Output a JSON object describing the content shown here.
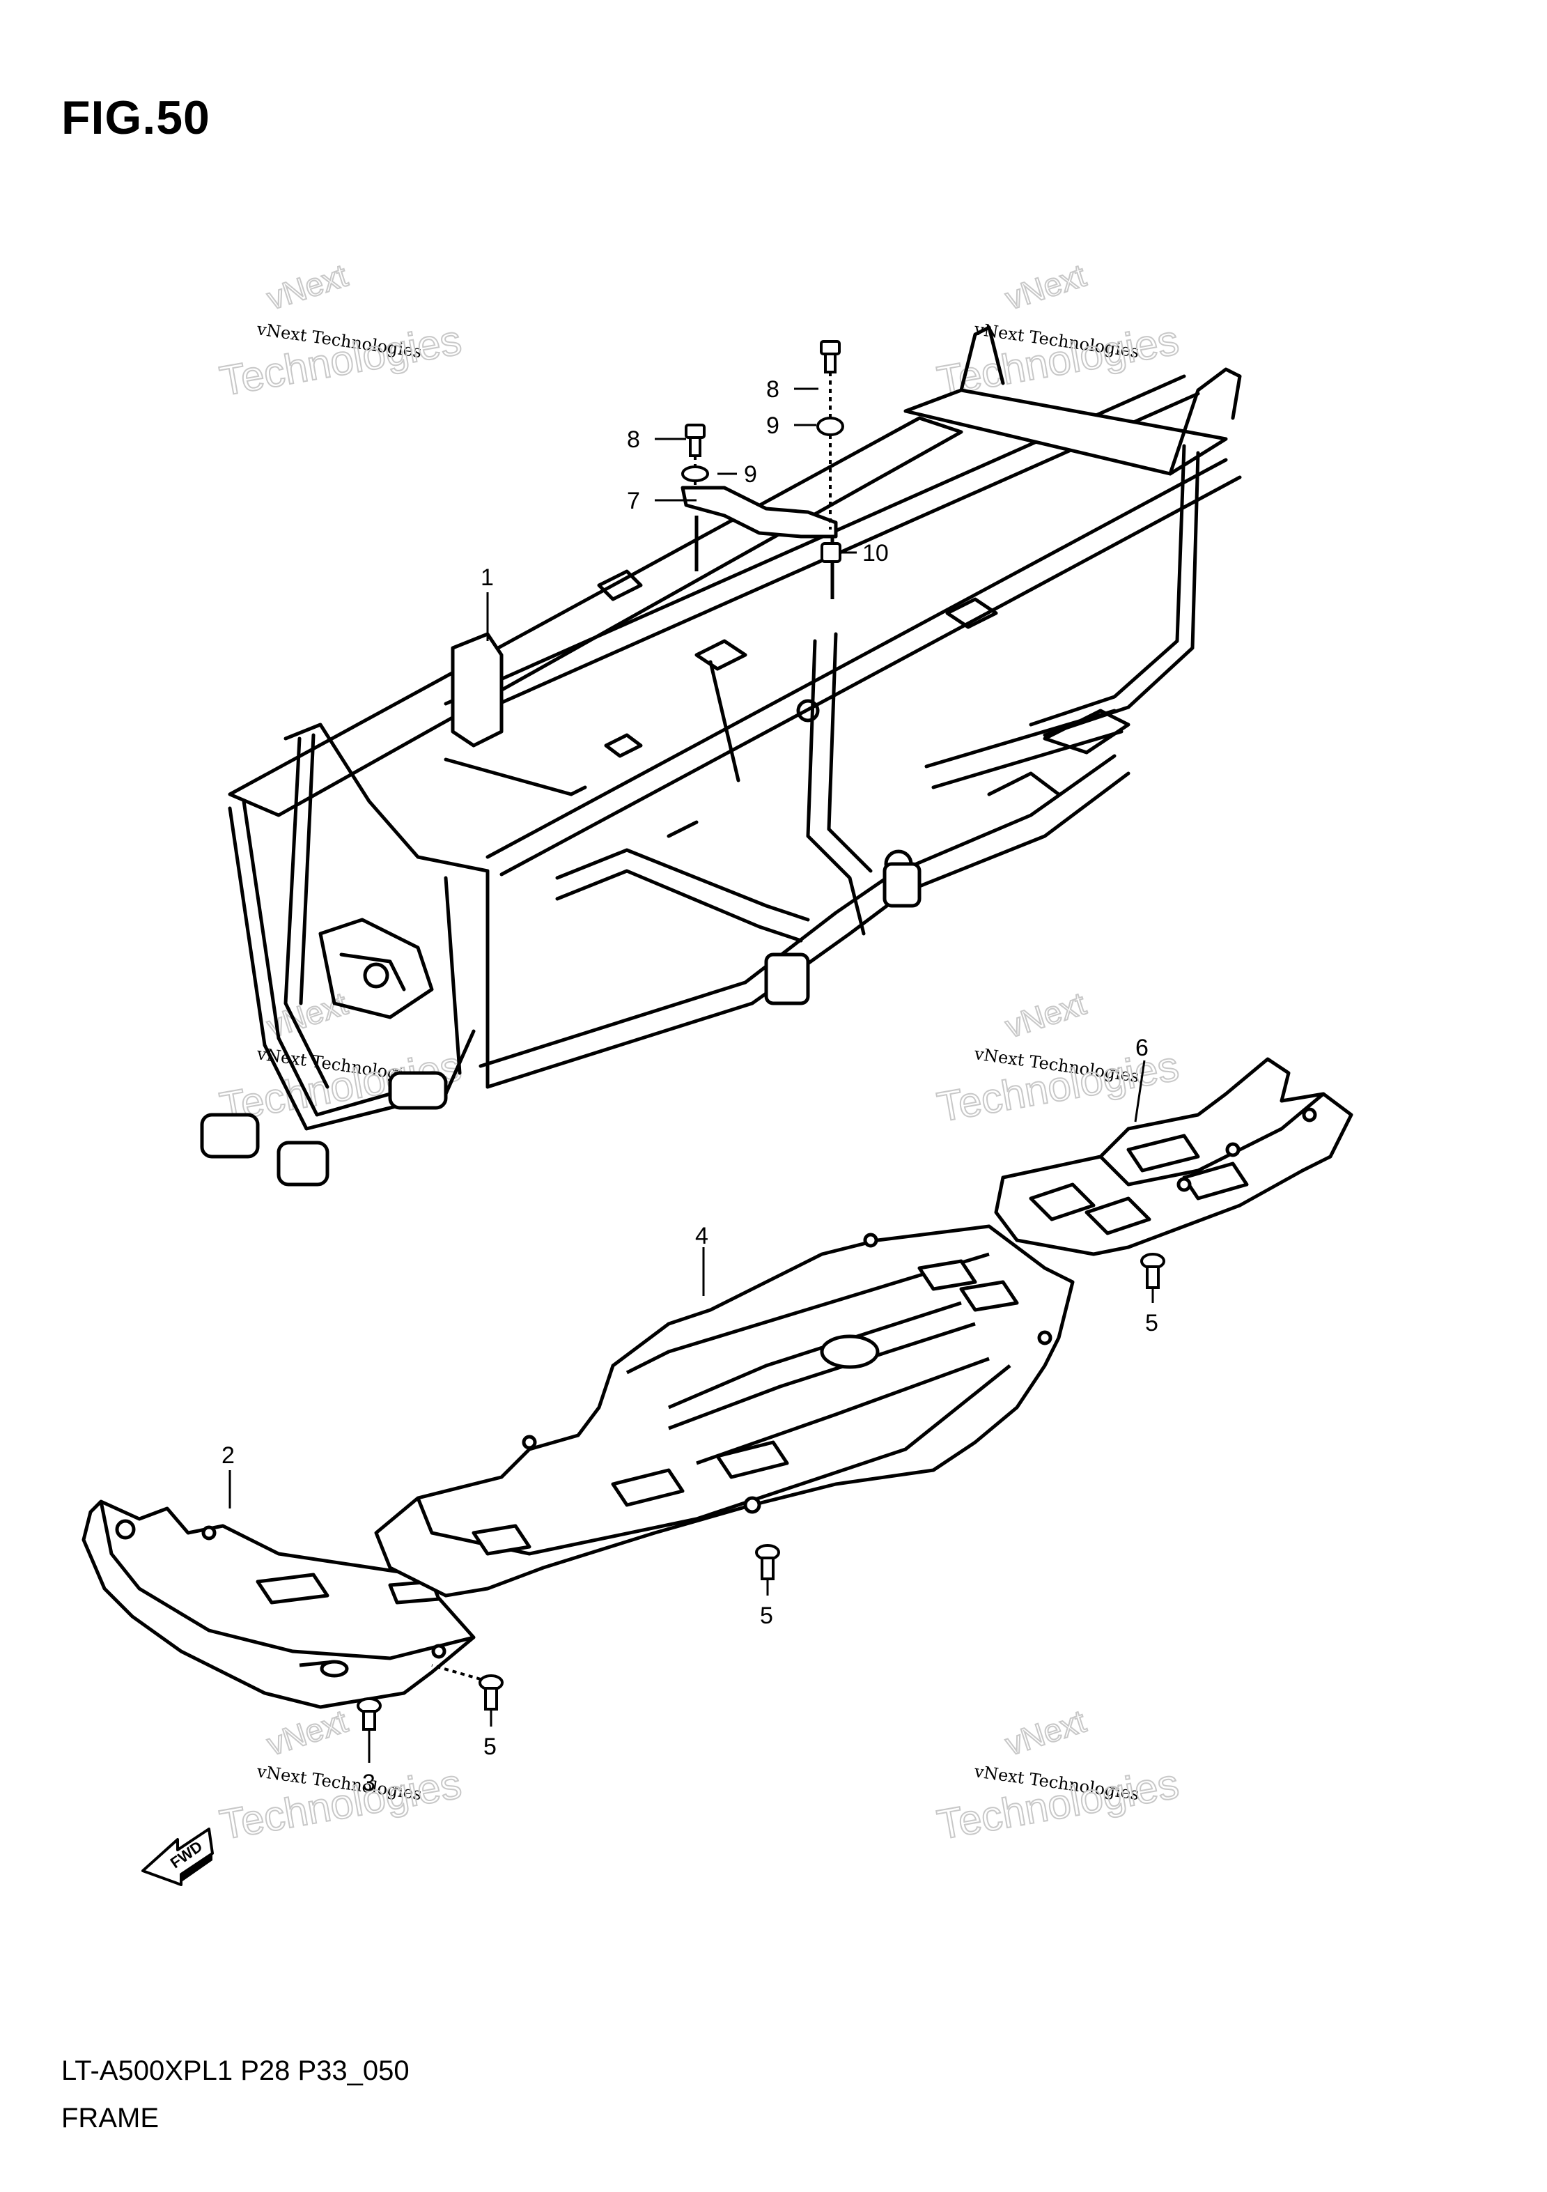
{
  "figure": {
    "title": "FIG.50"
  },
  "footer": {
    "code": "LT-A500XPL1 P28 P33_050",
    "name": "FRAME"
  },
  "watermark": {
    "line1": "vNext",
    "line2": "vNext Technologies",
    "line3": "Technologies"
  },
  "fwd_label": "FWD",
  "callouts": [
    {
      "id": "1",
      "label": "1"
    },
    {
      "id": "2",
      "label": "2"
    },
    {
      "id": "3",
      "label": "3"
    },
    {
      "id": "4",
      "label": "4"
    },
    {
      "id": "5a",
      "label": "5"
    },
    {
      "id": "5b",
      "label": "5"
    },
    {
      "id": "5c",
      "label": "5"
    },
    {
      "id": "6",
      "label": "6"
    },
    {
      "id": "7",
      "label": "7"
    },
    {
      "id": "8a",
      "label": "8"
    },
    {
      "id": "8b",
      "label": "8"
    },
    {
      "id": "9a",
      "label": "9"
    },
    {
      "id": "9b",
      "label": "9"
    },
    {
      "id": "10",
      "label": "10"
    }
  ]
}
